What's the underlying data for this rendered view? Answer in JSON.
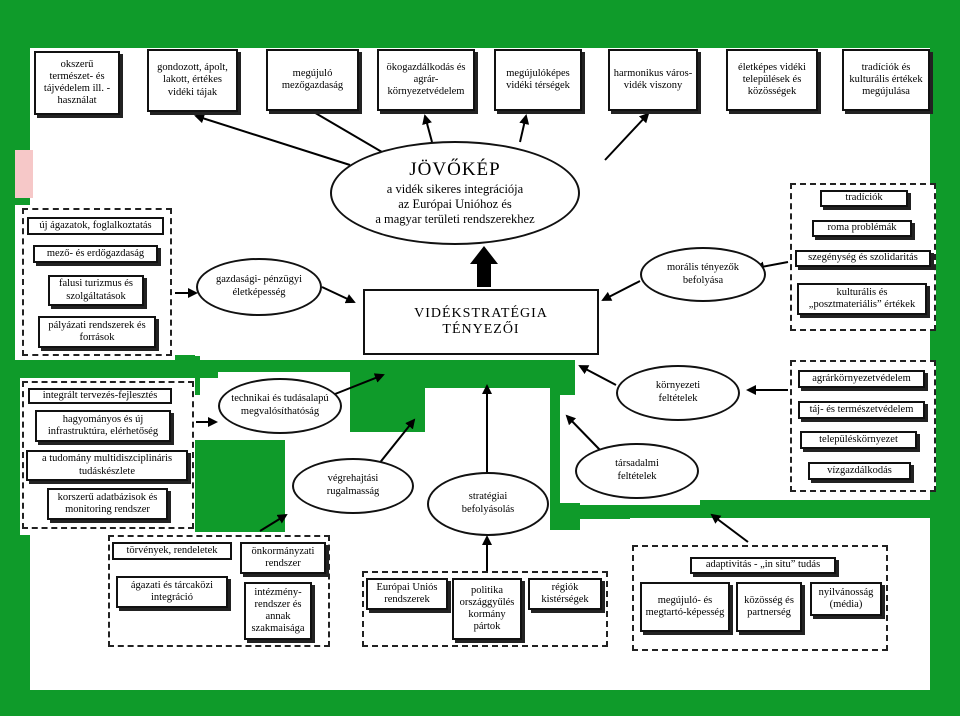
{
  "goals": [
    "okszerű természet- és tájvédelem ill. -használat",
    "gondozott, ápolt, lakott, értékes vidéki tájak",
    "megújuló mezőgazdaság",
    "ökogazdálkodás és agrár-környezetvédelem",
    "megújulóképes vidéki térségek",
    "harmonikus város-vidék viszony",
    "életképes vidéki települések és közösségek",
    "tradíciók és kulturális értékek megújulása"
  ],
  "vision": {
    "title": "JÖVŐKÉP",
    "line1": "a vidék sikeres integrációja",
    "line2": "az Európai Unióhoz és",
    "line3": "a magyar területi rendszerekhez"
  },
  "center": {
    "line1": "VIDÉKSTRATÉGIA",
    "line2": "TÉNYEZŐI"
  },
  "economic": {
    "label": "gazdasági- pénzügyi életképesség",
    "items": [
      "új ágazatok, foglalkoztatás",
      "mező- és erdőgazdaság",
      "falusi turizmus és szolgáltatások",
      "pályázati rendszerek és források"
    ]
  },
  "moral": {
    "label": "morális tényezők befolyása",
    "items": [
      "tradíciók",
      "roma problémák",
      "szegénység és szolidaritás",
      "kulturális és „posztmateriális” értékek"
    ]
  },
  "technical": {
    "label": "technikai és tudásalapú megvalósíthatóság",
    "items": [
      "integrált tervezés-fejlesztés",
      "hagyományos és új infrastruktúra, elérhetőség",
      "a tudomány multidiszciplináris tudáskészlete",
      "korszerű adatbázisok és monitoring rendszer"
    ]
  },
  "environment": {
    "label": "környezeti feltételek",
    "items": [
      "agrárkörnyezetvédelem",
      "táj- és természetvédelem",
      "településkörnyezet",
      "vízgazdálkodás"
    ]
  },
  "flexibility": {
    "label": "végrehajtási rugalmasság",
    "items": [
      "törvények, rendeletek",
      "önkormányzati rendszer",
      "ágazati és tárcaközi integráció",
      "intézmény-rendszer és annak szakmaisága"
    ]
  },
  "strategic": {
    "label": "stratégiai befolyásolás",
    "items": [
      "Európai Uniós rendszerek",
      "politika országgyűlés kormány pártok",
      "régiók kistérségek"
    ]
  },
  "social": {
    "label": "társadalmi feltételek",
    "items": [
      "adaptivitás - „in situ” tudás",
      "megújuló- és megtartó-képesség",
      "közösség és partnerség",
      "nyilvánosság (média)"
    ]
  }
}
